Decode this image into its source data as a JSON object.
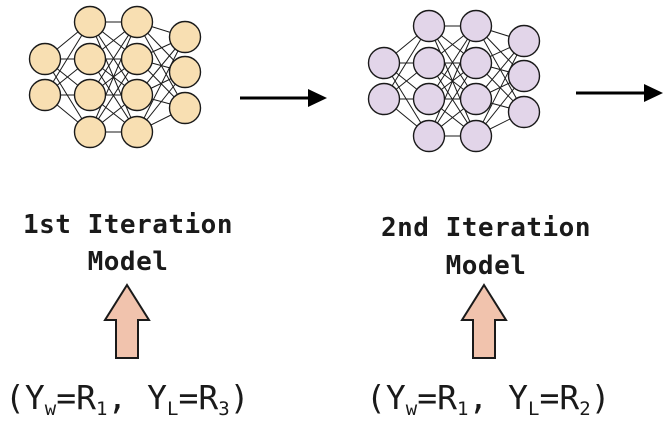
{
  "colors": {
    "model1_node_fill": "#f8dfb2",
    "model2_node_fill": "#e2d5e9",
    "node_stroke": "#1a1a1a",
    "edge": "#1a1a1a",
    "flow_arrow": "#000000",
    "up_arrow_fill": "#f1c3ad",
    "up_arrow_stroke": "#1a1a1a"
  },
  "icons": {
    "network": "neural-network-icon",
    "flow": "right-arrow-icon",
    "feedback": "up-arrow-icon"
  },
  "stages": [
    {
      "title_line1": "1st Iteration",
      "title_line2": "Model",
      "node_color": "#f8dfb2",
      "pair": {
        "open": "(Y",
        "w_sub": "w",
        "w_eq": "=R",
        "w_idx": "1",
        "sep": ", Y",
        "l_sub": "L",
        "l_eq": "=R",
        "l_idx": "3",
        "close": ")"
      }
    },
    {
      "title_line1": "2nd Iteration",
      "title_line2": "Model",
      "node_color": "#e2d5e9",
      "pair": {
        "open": "(Y",
        "w_sub": "w",
        "w_eq": "=R",
        "w_idx": "1",
        "sep": ", Y",
        "l_sub": "L",
        "l_eq": "=R",
        "l_idx": "2",
        "close": ")"
      }
    }
  ]
}
